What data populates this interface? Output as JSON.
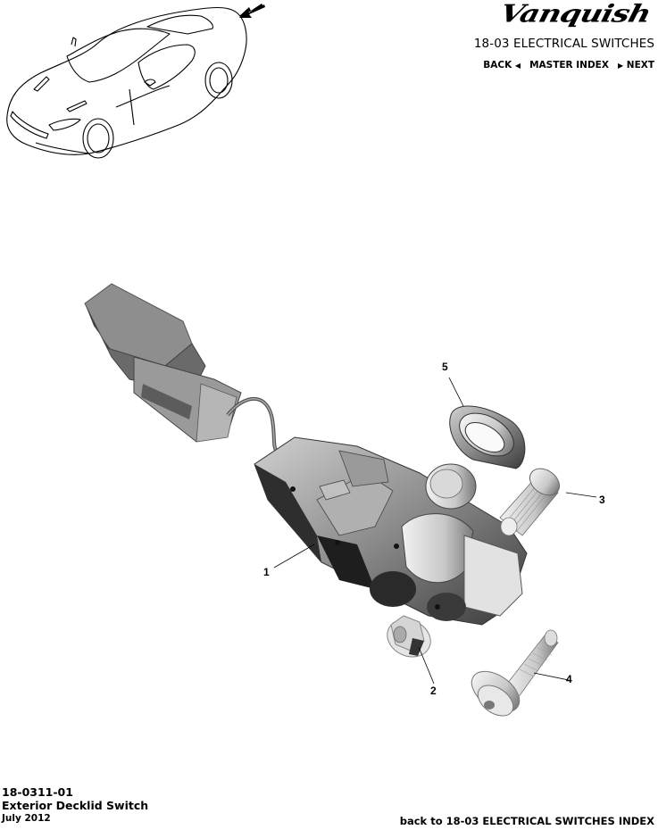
{
  "header": {
    "logo_text": "Vanquish",
    "section_title": "18-03 ELECTRICAL SWITCHES",
    "nav": {
      "back_label": "BACK",
      "back_icon": "triangle-left-icon",
      "master_index_label": "MASTER INDEX",
      "next_icon": "triangle-right-icon",
      "next_label": "NEXT"
    }
  },
  "locator": {
    "description": "Vehicle locator illustration with arrow pointing to rear decklid",
    "icon": "arrow-pointer-icon"
  },
  "diagram": {
    "callouts": [
      {
        "number": "1",
        "label": "1"
      },
      {
        "number": "2",
        "label": "2"
      },
      {
        "number": "3",
        "label": "3"
      },
      {
        "number": "4",
        "label": "4"
      },
      {
        "number": "5",
        "label": "5"
      }
    ]
  },
  "footer": {
    "part_code": "18-0311-01",
    "part_name": "Exterior Decklid Switch",
    "date": "July 2012",
    "back_link": "back to 18-03 ELECTRICAL SWITCHES INDEX"
  }
}
